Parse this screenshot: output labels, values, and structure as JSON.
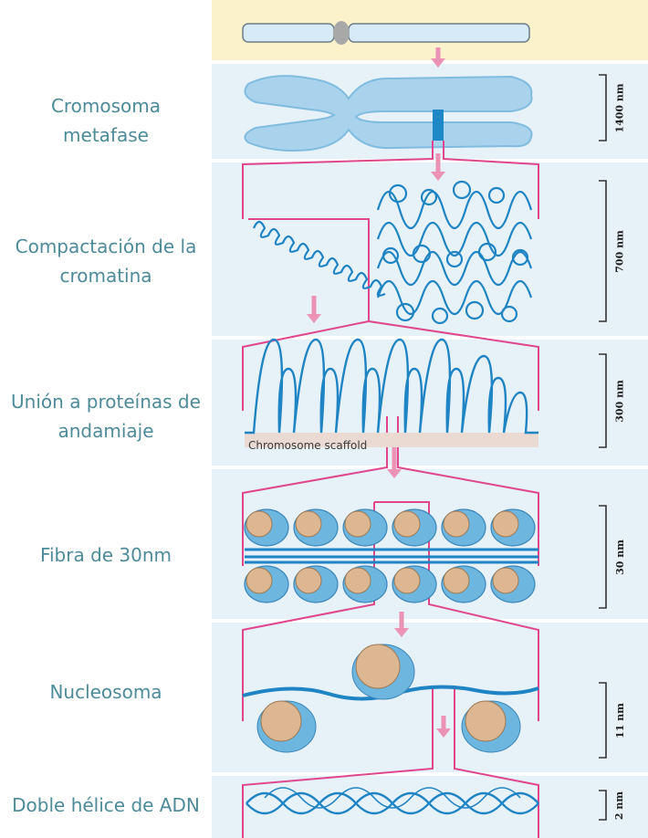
{
  "levels": [
    {
      "id": "metaphase",
      "label": "Cromosoma\nmetafase",
      "scale": "1400 nm"
    },
    {
      "id": "chromatin",
      "label": "Compactación de la\ncromatina",
      "scale": "700 nm"
    },
    {
      "id": "scaffold",
      "label": "Unión a proteínas de\nandamiaje",
      "scale": "300 nm"
    },
    {
      "id": "fiber",
      "label": "Fibra de 30nm",
      "scale": "30 nm"
    },
    {
      "id": "nucleosome",
      "label": "Nucleosoma",
      "scale": "11 nm"
    },
    {
      "id": "dna",
      "label": "Doble hélice de ADN",
      "scale": "2 nm"
    }
  ],
  "scaffold_caption": "Chromosome scaffold",
  "colors": {
    "panel": "#e6f1f8",
    "top_band": "#fbf2cc",
    "connector": "#e0468e",
    "arrow": "#ec92b4",
    "dna": "#1f84c4",
    "chromosome_fill": "#a9d3ec",
    "histone": "#dcb791",
    "histone_ring": "#6cb6e0",
    "label_text": "#4d8a9a"
  }
}
